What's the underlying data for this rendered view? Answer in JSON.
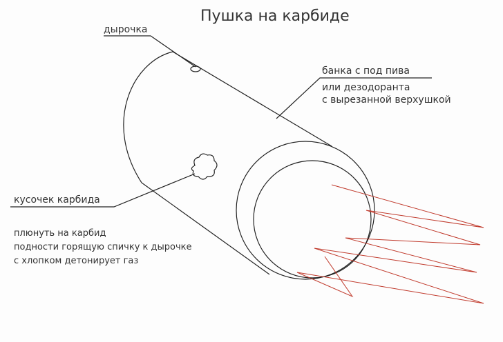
{
  "title": "Пушка на карбиде",
  "labels": {
    "hole": "дырочка",
    "can_line1": "банка с под пива",
    "can_line2": "или дезодоранта",
    "can_line3": "с вырезанной верхушкой",
    "carbide": "кусочек карбида"
  },
  "instructions": [
    "плюнуть на карбид",
    "подности горящую спичку к дырочке",
    "с хлопком детонирует газ"
  ],
  "colors": {
    "lines": "#222222",
    "flame": "#c0392b"
  }
}
